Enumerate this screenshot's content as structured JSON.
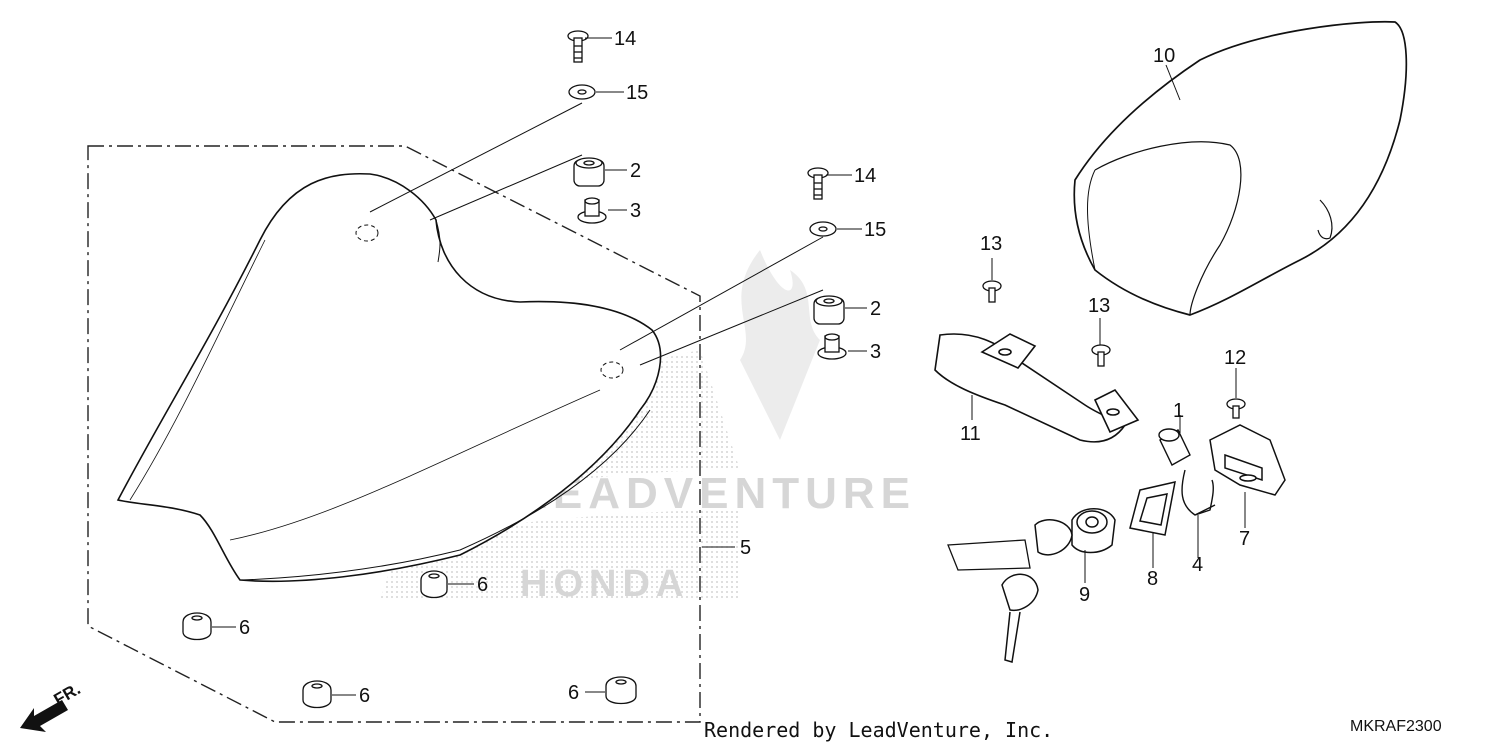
{
  "watermark": {
    "brand": "LEADVENTURE",
    "maker": "HONDA"
  },
  "direction_label": "FR.",
  "footer": {
    "credit": "Rendered by LeadVenture, Inc.",
    "diagram_code": "MKRAF2300"
  },
  "callouts": {
    "c14a": "14",
    "c15a": "15",
    "c2a": "2",
    "c3a": "3",
    "c14b": "14",
    "c15b": "15",
    "c2b": "2",
    "c3b": "3",
    "c5": "5",
    "c6a": "6",
    "c6b": "6",
    "c6c": "6",
    "c6d": "6",
    "c10": "10",
    "c13a": "13",
    "c13b": "13",
    "c11": "11",
    "c12": "12",
    "c1": "1",
    "c7": "7",
    "c4": "4",
    "c8": "8",
    "c9": "9"
  }
}
